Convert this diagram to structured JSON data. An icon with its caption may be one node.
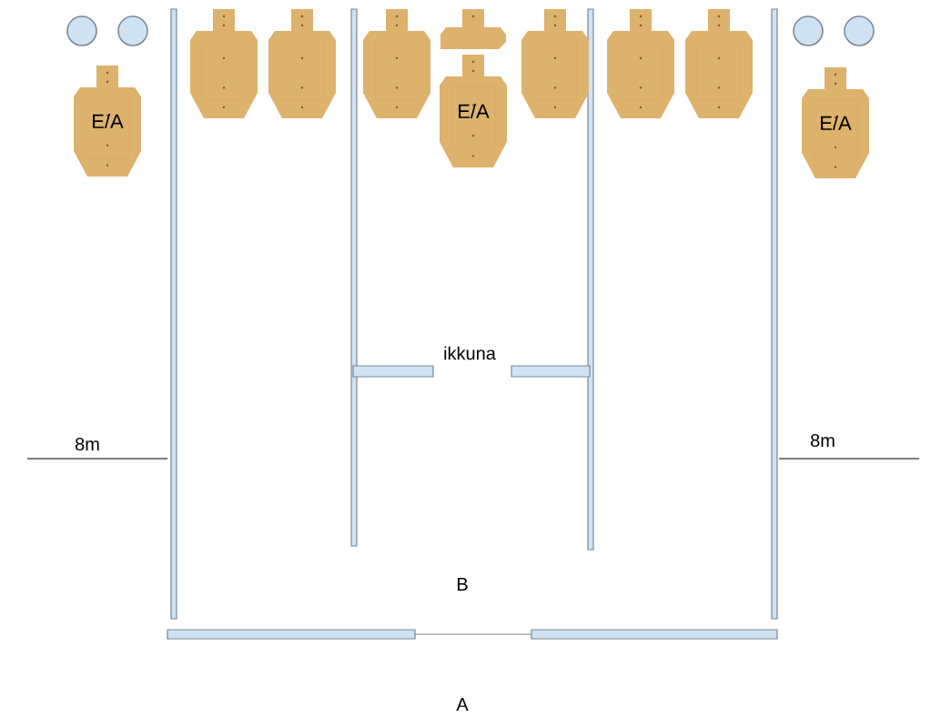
{
  "diagram": {
    "nodes": [
      {
        "text": [
          "E/A"
        ]
      },
      {
        "text": [
          "E/A"
        ]
      },
      {
        "text": [
          "E/A"
        ]
      },
      {
        "text": [],
        "shape": "picture"
      },
      {
        "text": [],
        "shape": "picture"
      },
      {
        "text": [],
        "shape": "picture"
      },
      {
        "text": [],
        "shape": "picture"
      },
      {
        "text": [],
        "shape": "picture"
      },
      {
        "text": [],
        "shape": "picture"
      },
      {
        "text": [],
        "shape": "picture"
      }
    ],
    "labels": [
      "8m",
      "ikkuna",
      "8m",
      "B",
      "A"
    ]
  }
}
